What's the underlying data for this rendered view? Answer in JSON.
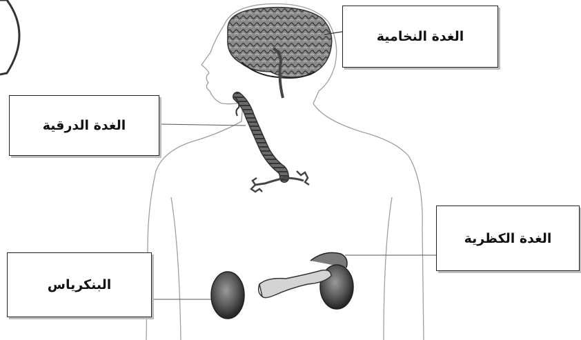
{
  "labels": {
    "pituitary": "الغدة النخامية",
    "thyroid": "الغدة الدرقية",
    "adrenal": "الغدة الكظرية",
    "pancreas": "البنكرياس"
  }
}
